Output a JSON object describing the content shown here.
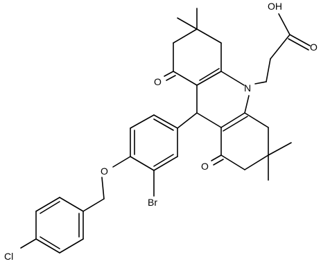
{
  "molecule": {
    "atom_labels": {
      "oh": "OH",
      "o_acid": "O",
      "n": "N",
      "o_ketone_top": "O",
      "o_ketone_bottom": "O",
      "o_ether": "O",
      "br": "Br",
      "cl": "Cl"
    },
    "colors": {
      "bond": "#000000",
      "label": "#000000",
      "background": "#ffffff"
    }
  }
}
